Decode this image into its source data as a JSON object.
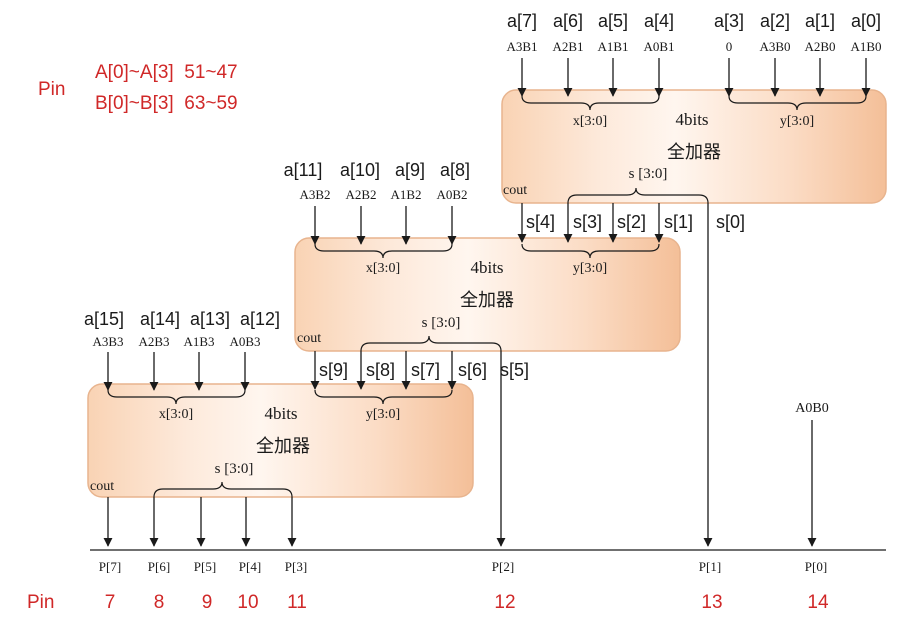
{
  "colors": {
    "box_fill": "#fad2b3",
    "box_edge": "#e8b48e",
    "pin_red": "#d02828",
    "line": "#1a1a1a"
  },
  "pin_header": {
    "label": "Pin",
    "rows": [
      "A[0]~A[3]  51~47",
      "B[0]~B[3]  63~59"
    ]
  },
  "adders": [
    {
      "name": "adder-top",
      "title": "4bits",
      "subtitle": "全加器",
      "x_label": "x[3:0]",
      "y_label": "y[3:0]",
      "s_label": "s [3:0]",
      "cout_label": "cout",
      "inputs": [
        {
          "a": "a[7]",
          "p": "A3B1"
        },
        {
          "a": "a[6]",
          "p": "A2B1"
        },
        {
          "a": "a[5]",
          "p": "A1B1"
        },
        {
          "a": "a[4]",
          "p": "A0B1"
        },
        {
          "a": "a[3]",
          "p": "0"
        },
        {
          "a": "a[2]",
          "p": "A3B0"
        },
        {
          "a": "a[1]",
          "p": "A2B0"
        },
        {
          "a": "a[0]",
          "p": "A1B0"
        }
      ]
    },
    {
      "name": "adder-middle",
      "title": "4bits",
      "subtitle": "全加器",
      "x_label": "x[3:0]",
      "y_label": "y[3:0]",
      "s_label": "s [3:0]",
      "cout_label": "cout",
      "inputs": [
        {
          "a": "a[11]",
          "p": "A3B2"
        },
        {
          "a": "a[10]",
          "p": "A2B2"
        },
        {
          "a": "a[9]",
          "p": "A1B2"
        },
        {
          "a": "a[8]",
          "p": "A0B2"
        }
      ]
    },
    {
      "name": "adder-bottom",
      "title": "4bits",
      "subtitle": "全加器",
      "x_label": "x[3:0]",
      "y_label": "y[3:0]",
      "s_label": "s [3:0]",
      "cout_label": "cout",
      "inputs": [
        {
          "a": "a[15]",
          "p": "A3B3"
        },
        {
          "a": "a[14]",
          "p": "A2B3"
        },
        {
          "a": "a[13]",
          "p": "A1B3"
        },
        {
          "a": "a[12]",
          "p": "A0B3"
        }
      ]
    }
  ],
  "sum_labels_top": [
    "s[4]",
    "s[3]",
    "s[2]",
    "s[1]",
    "s[0]"
  ],
  "sum_labels_mid": [
    "s[9]",
    "s[8]",
    "s[7]",
    "s[6]",
    "s[5]"
  ],
  "a0b0_label": "A0B0",
  "outputs": [
    {
      "p": "P[7]",
      "pin": "7"
    },
    {
      "p": "P[6]",
      "pin": "8"
    },
    {
      "p": "P[5]",
      "pin": "9"
    },
    {
      "p": "P[4]",
      "pin": "10"
    },
    {
      "p": "P[3]",
      "pin": "11"
    },
    {
      "p": "P[2]",
      "pin": "12"
    },
    {
      "p": "P[1]",
      "pin": "13"
    },
    {
      "p": "P[0]",
      "pin": "14"
    }
  ],
  "pin_footer_label": "Pin"
}
